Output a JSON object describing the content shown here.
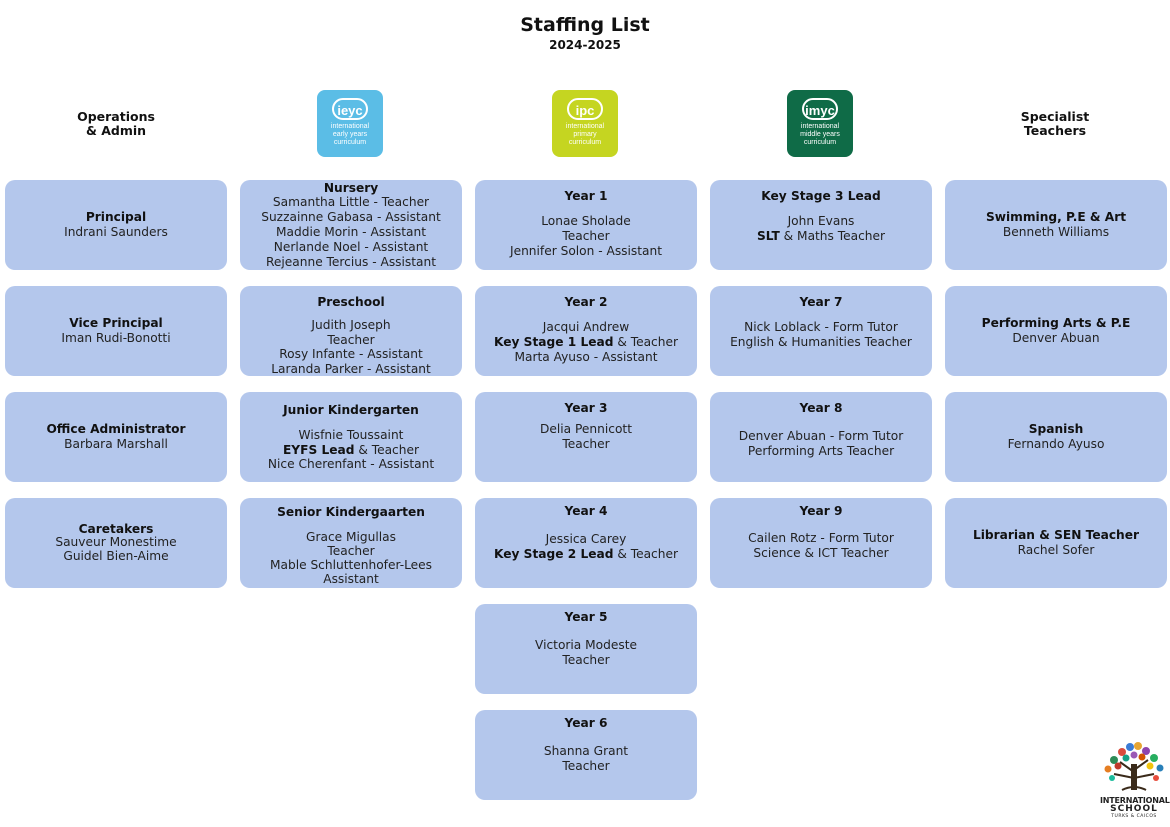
{
  "header": {
    "title": "Staffing List",
    "subtitle": "2024-2025"
  },
  "columns": {
    "operations_heading": [
      "Operations",
      "& Admin"
    ],
    "specialist_heading": [
      "Specialist",
      "Teachers"
    ],
    "ieyc": {
      "badge": "ieyc",
      "lines": [
        "international",
        "early years",
        "curriculum"
      ],
      "color": "#5bbde6"
    },
    "ipc": {
      "badge": "ipc",
      "lines": [
        "international",
        "primary",
        "curriculum"
      ],
      "color": "#c5d521"
    },
    "imyc": {
      "badge": "imyc",
      "lines": [
        "international",
        "middle years",
        "curriculum"
      ],
      "color": "#0f6b47"
    }
  },
  "operations": [
    {
      "title": "Principal",
      "lines": [
        "Indrani Saunders"
      ]
    },
    {
      "title": "Vice Principal",
      "lines": [
        "Iman Rudi-Bonotti"
      ]
    },
    {
      "title": "Office Administrator",
      "lines": [
        "Barbara Marshall"
      ]
    },
    {
      "title": "Caretakers",
      "lines": [
        "Sauveur Monestime",
        "Guidel Bien-Aime"
      ]
    }
  ],
  "early_years": [
    {
      "title": "Nursery",
      "lines": [
        "Samantha Little - Teacher",
        "Suzzainne Gabasa  - Assistant",
        "Maddie Morin - Assistant",
        "Nerlande Noel - Assistant",
        "Rejeanne Tercius - Assistant"
      ]
    },
    {
      "title": "Preschool",
      "lines": [
        "Judith Joseph",
        "Teacher",
        "Rosy Infante - Assistant",
        "Laranda Parker - Assistant"
      ]
    },
    {
      "title": "Junior Kindergarten",
      "lines": [
        "Wisfnie Toussaint"
      ],
      "lead": "EYFS Lead",
      "lead_suffix": " & Teacher",
      "after": [
        "Nice Cherenfant - Assistant"
      ]
    },
    {
      "title": "Senior Kindergaarten",
      "lines": [
        "Grace Migullas",
        "Teacher",
        "Mable Schluttenhofer-Lees",
        "Assistant"
      ]
    }
  ],
  "primary": [
    {
      "title": "Year 1",
      "lines": [
        "Lonae Sholade",
        "Teacher",
        "Jennifer Solon - Assistant"
      ]
    },
    {
      "title": "Year 2",
      "lines": [
        "Jacqui Andrew"
      ],
      "lead": "Key Stage 1 Lead",
      "lead_suffix": " & Teacher",
      "after": [
        "Marta Ayuso - Assistant"
      ]
    },
    {
      "title": "Year 3",
      "lines": [
        "Delia Pennicott",
        "Teacher"
      ]
    },
    {
      "title": "Year 4",
      "lines": [
        "Jessica Carey"
      ],
      "lead": "Key Stage 2 Lead",
      "lead_suffix": " & Teacher",
      "after": []
    },
    {
      "title": "Year 5",
      "lines": [
        "Victoria Modeste",
        "Teacher"
      ]
    },
    {
      "title": "Year 6",
      "lines": [
        "Shanna Grant",
        "Teacher"
      ]
    }
  ],
  "middle": [
    {
      "title": "Key Stage 3 Lead",
      "lines": [
        "John Evans"
      ],
      "lead": "SLT",
      "lead_suffix": " & Maths Teacher",
      "after": []
    },
    {
      "title": "Year 7",
      "lines": [
        "Nick Loblack - Form Tutor",
        "English & Humanities Teacher"
      ]
    },
    {
      "title": "Year 8",
      "lines": [
        "Denver Abuan - Form Tutor",
        "Performing Arts Teacher"
      ]
    },
    {
      "title": "Year 9",
      "lines": [
        "Cailen Rotz - Form Tutor",
        "Science & ICT Teacher"
      ]
    }
  ],
  "specialist": [
    {
      "title": "Swimming, P.E & Art",
      "lines": [
        "Benneth Williams"
      ]
    },
    {
      "title": "Performing Arts & P.E",
      "lines": [
        "Denver Abuan"
      ]
    },
    {
      "title": "Spanish",
      "lines": [
        "Fernando Ayuso"
      ]
    },
    {
      "title": "Librarian & SEN Teacher",
      "lines": [
        "Rachel Sofer"
      ]
    }
  ],
  "school_logo": {
    "line1": "INTERNATIONAL",
    "line2": "SCHOOL",
    "line3": "TURKS & CAICOS"
  },
  "colors": {
    "card": "#b4c7ec"
  }
}
